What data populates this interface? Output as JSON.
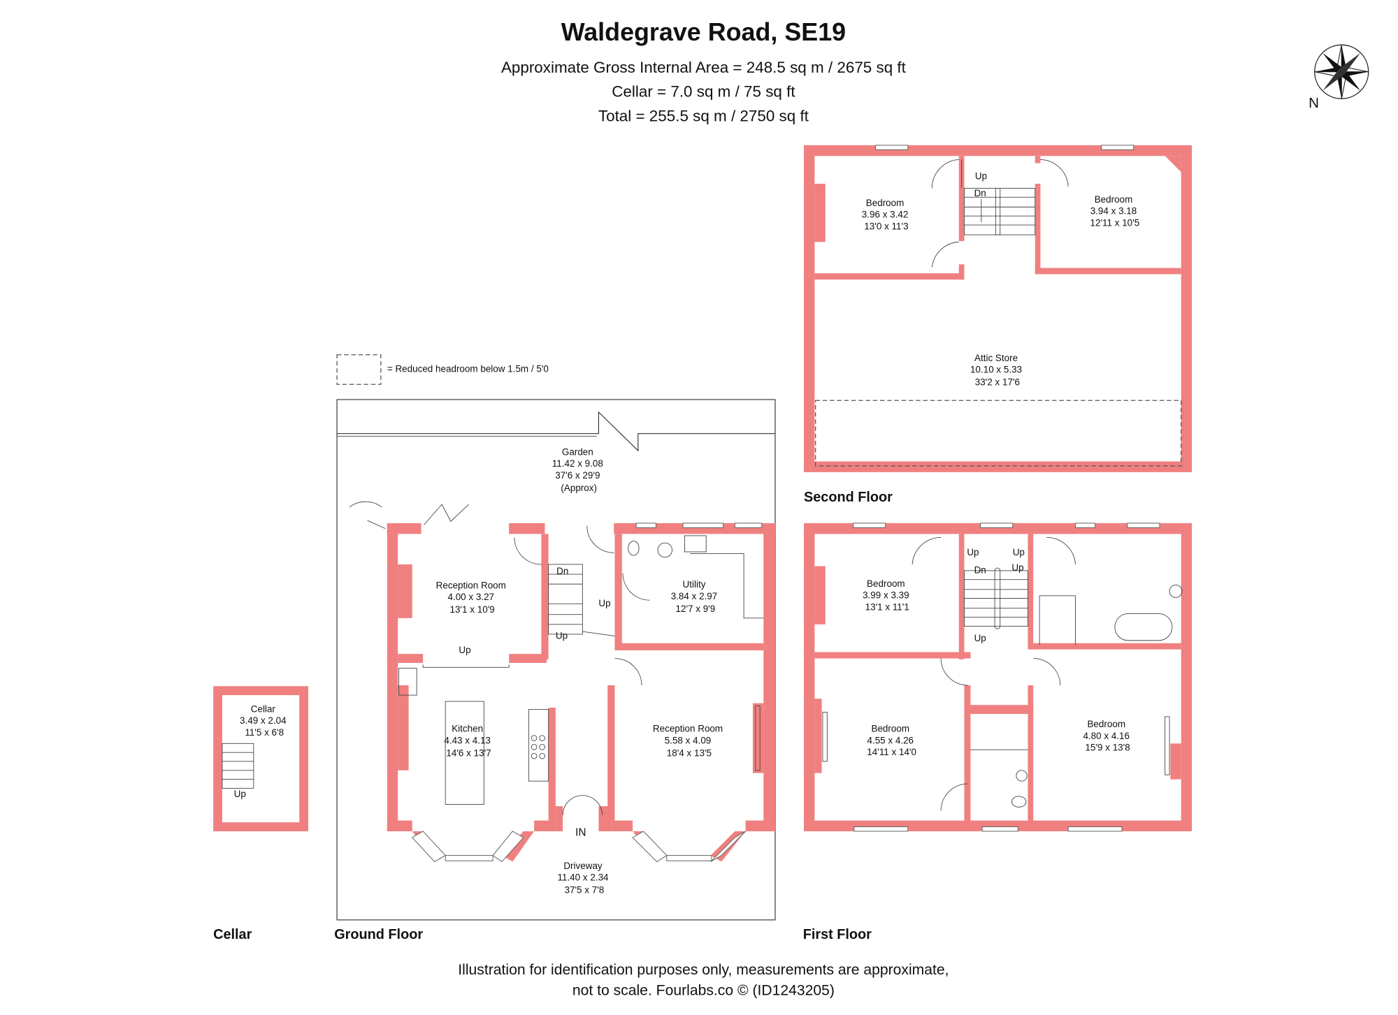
{
  "header": {
    "title": "Waldegrave Road, SE19",
    "area_lines": [
      "Approximate Gross Internal Area = 248.5 sq m / 2675 sq ft",
      "Cellar = 7.0 sq m / 75 sq ft",
      "Total = 255.5 sq m / 2750 sq ft"
    ]
  },
  "compass": {
    "label": "N"
  },
  "legend": {
    "text": "= Reduced headroom below 1.5m / 5'0"
  },
  "colors": {
    "wall": "#f08080"
  },
  "floors": {
    "second": {
      "label": "Second Floor",
      "rooms": [
        {
          "name": "Bedroom",
          "metric": "3.96 x 3.42",
          "imperial": "13'0 x 11'3"
        },
        {
          "name": "Bedroom",
          "metric": "3.94 x 3.18",
          "imperial": "12'11 x 10'5"
        },
        {
          "name": "Attic Store",
          "metric": "10.10 x 5.33",
          "imperial": "33'2 x 17'6"
        }
      ],
      "marks": [
        "Up",
        "Dn"
      ]
    },
    "first": {
      "label": "First Floor",
      "rooms": [
        {
          "name": "Bedroom",
          "metric": "3.99 x 3.39",
          "imperial": "13'1 x 11'1"
        },
        {
          "name": "Bedroom",
          "metric": "4.55 x 4.26",
          "imperial": "14'11 x 14'0"
        },
        {
          "name": "Bedroom",
          "metric": "4.80 x 4.16",
          "imperial": "15'9 x 13'8"
        }
      ],
      "marks": [
        "Up",
        "Up",
        "Dn",
        "Up",
        "Up"
      ]
    },
    "ground": {
      "label": "Ground Floor",
      "rooms": [
        {
          "name": "Garden",
          "metric": "11.42 x 9.08",
          "imperial": "37'6 x 29'9",
          "note": "(Approx)"
        },
        {
          "name": "Reception Room",
          "metric": "4.00 x 3.27",
          "imperial": "13'1 x 10'9"
        },
        {
          "name": "Utility",
          "metric": "3.84 x 2.97",
          "imperial": "12'7 x 9'9"
        },
        {
          "name": "Kitchen",
          "metric": "4.43 x 4.13",
          "imperial": "14'6 x 13'7"
        },
        {
          "name": "Reception Room",
          "metric": "5.58 x 4.09",
          "imperial": "18'4 x 13'5"
        },
        {
          "name": "Driveway",
          "metric": "11.40 x 2.34",
          "imperial": "37'5 x 7'8"
        }
      ],
      "marks": [
        "Dn",
        "Up",
        "Up",
        "Up",
        "IN"
      ]
    },
    "cellar": {
      "label": "Cellar",
      "rooms": [
        {
          "name": "Cellar",
          "metric": "3.49 x 2.04",
          "imperial": "11'5 x 6'8"
        }
      ],
      "marks": [
        "Up"
      ]
    }
  },
  "footer": {
    "lines": [
      "Illustration for identification purposes only, measurements are approximate,",
      "not to scale. Fourlabs.co © (ID1243205)"
    ]
  }
}
